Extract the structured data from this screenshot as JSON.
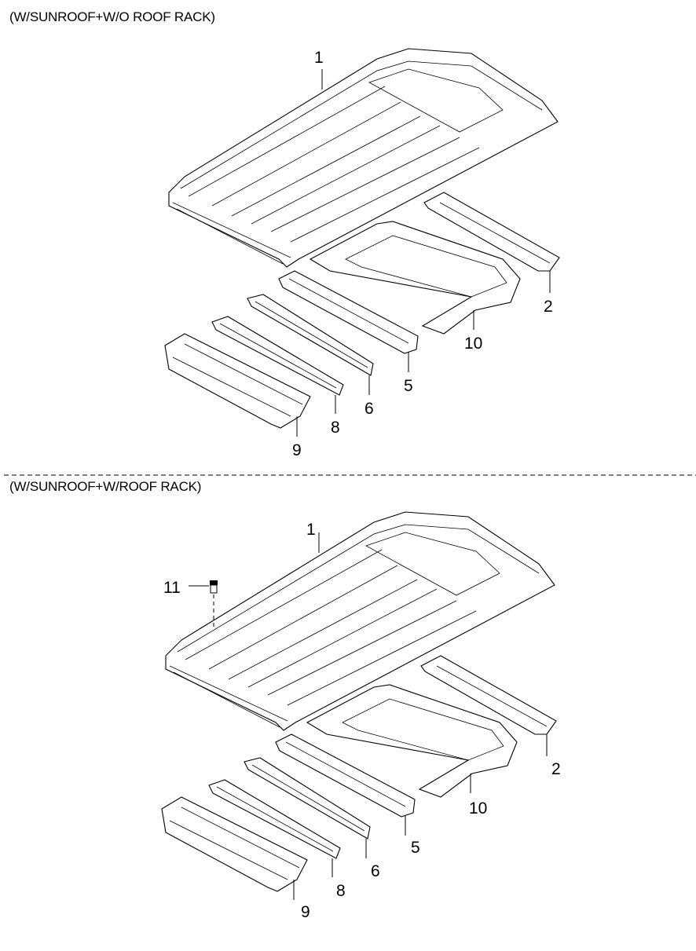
{
  "sections": [
    {
      "title": "(W/SUNROOF+W/O ROOF RACK)",
      "callouts": {
        "roof_panel": "1",
        "rear_rail": "2",
        "sunroof_frame": "10",
        "rail_5": "5",
        "rail_6": "6",
        "rail_8": "8",
        "front_rail": "9"
      }
    },
    {
      "title": "(W/SUNROOF+W/ROOF RACK)",
      "callouts": {
        "roof_panel": "1",
        "rear_rail": "2",
        "sunroof_frame": "10",
        "rail_5": "5",
        "rail_6": "6",
        "rail_8": "8",
        "front_rail": "9",
        "clip": "11"
      }
    }
  ]
}
